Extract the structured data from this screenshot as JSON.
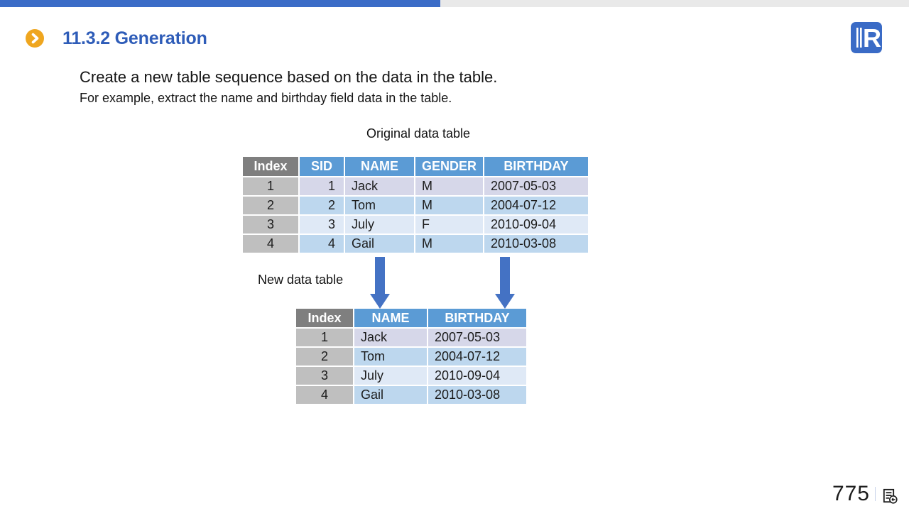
{
  "header": {
    "title": "11.3.2 Generation",
    "bullet_icon": "chevron-right-icon",
    "logo_letter": "R"
  },
  "body": {
    "line1": "Create a new table sequence based on the data in the table.",
    "line2": "For example, extract the name and birthday field data in the table."
  },
  "original_table": {
    "label": "Original data table",
    "headers": [
      "Index",
      "SID",
      "NAME",
      "GENDER",
      "BIRTHDAY"
    ],
    "rows": [
      [
        "1",
        "1",
        "Jack",
        "M",
        "2007-05-03"
      ],
      [
        "2",
        "2",
        "Tom",
        "M",
        "2004-07-12"
      ],
      [
        "3",
        "3",
        "July",
        "F",
        "2010-09-04"
      ],
      [
        "4",
        "4",
        "Gail",
        "M",
        "2010-03-08"
      ]
    ]
  },
  "new_table": {
    "label": "New data table",
    "headers": [
      "Index",
      "NAME",
      "BIRTHDAY"
    ],
    "rows": [
      [
        "1",
        "Jack",
        "2007-05-03"
      ],
      [
        "2",
        "Tom",
        "2004-07-12"
      ],
      [
        "3",
        "July",
        "2010-09-04"
      ],
      [
        "4",
        "Gail",
        "2010-03-08"
      ]
    ]
  },
  "footer": {
    "page_number": "775",
    "return_icon": "return-to-contents-icon"
  },
  "colors": {
    "top_bar_blue": "#3b6cc7",
    "top_bar_gray": "#e9e9e9",
    "heading_blue": "#2e5cb8",
    "bullet_orange": "#efa61f",
    "table_header_blue": "#5b9bd5",
    "table_header_gray": "#7f7f7f",
    "index_cell_gray": "#bfbfbf",
    "row_lavender": "#d6d7e9",
    "row_blue": "#bdd7ee",
    "row_pale_blue": "#dfe9f6",
    "arrow_blue": "#4472c4"
  }
}
